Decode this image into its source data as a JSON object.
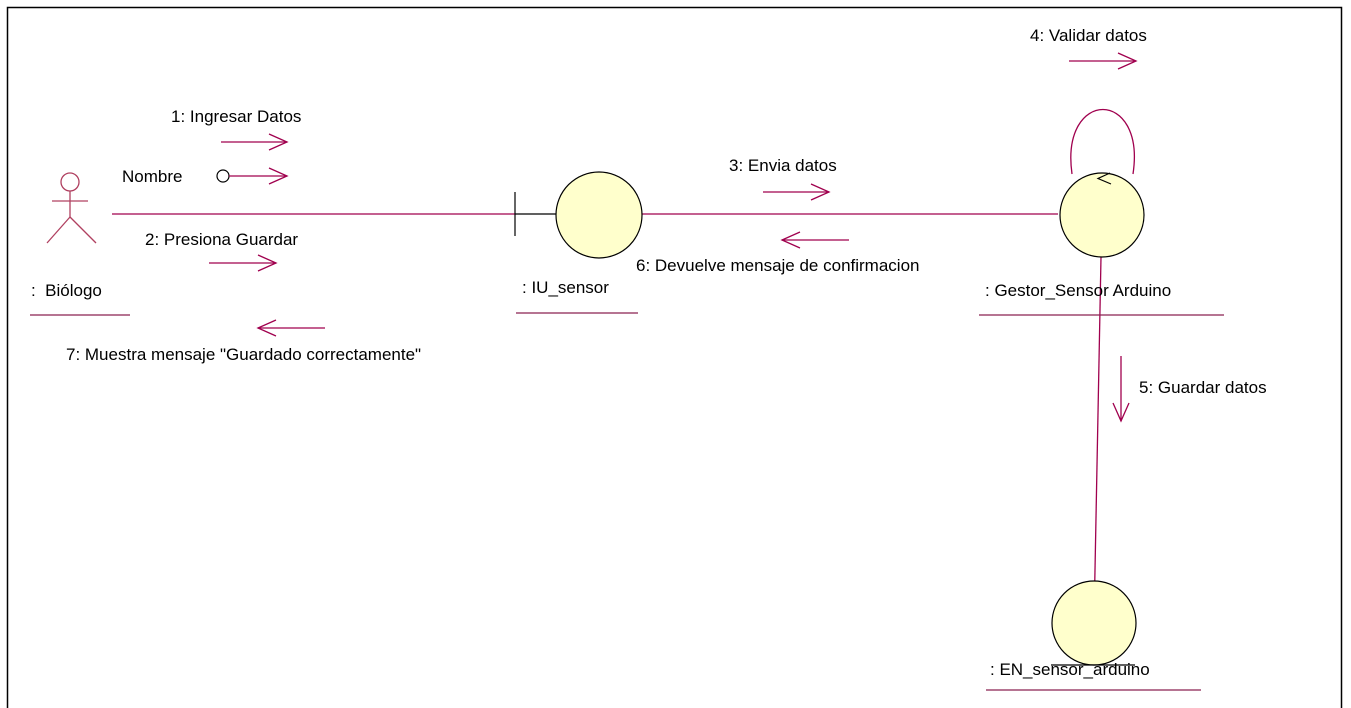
{
  "diagram": {
    "colors": {
      "line": "#a0004e",
      "node_fill": "#ffffcc",
      "node_stroke": "#000000",
      "actor_stroke": "#b04060",
      "underline": "#8b2252",
      "frame": "#000000",
      "text": "#000000"
    },
    "actor": {
      "name": ":  Biólogo",
      "icon": "actor-stick-figure-icon"
    },
    "objects": {
      "boundary": {
        "name": ": IU_sensor",
        "icon": "boundary-icon"
      },
      "control": {
        "name": ": Gestor_Sensor Arduino",
        "icon": "control-icon"
      },
      "entity": {
        "name": ": EN_sensor_arduino",
        "icon": "entity-icon"
      }
    },
    "interface_label": "Nombre",
    "messages": [
      {
        "id": "m1",
        "label": "1: Ingresar Datos",
        "direction": "right"
      },
      {
        "id": "m2",
        "label": "2: Presiona Guardar",
        "direction": "right"
      },
      {
        "id": "m3",
        "label": "3: Envia datos",
        "direction": "right"
      },
      {
        "id": "m4",
        "label": "4: Validar datos",
        "direction": "right"
      },
      {
        "id": "m5",
        "label": "5: Guardar datos",
        "direction": "down"
      },
      {
        "id": "m6",
        "label": "6: Devuelve mensaje de confirmacion",
        "direction": "left"
      },
      {
        "id": "m7",
        "label": "7: Muestra mensaje \"Guardado correctamente\"",
        "direction": "left"
      }
    ]
  }
}
